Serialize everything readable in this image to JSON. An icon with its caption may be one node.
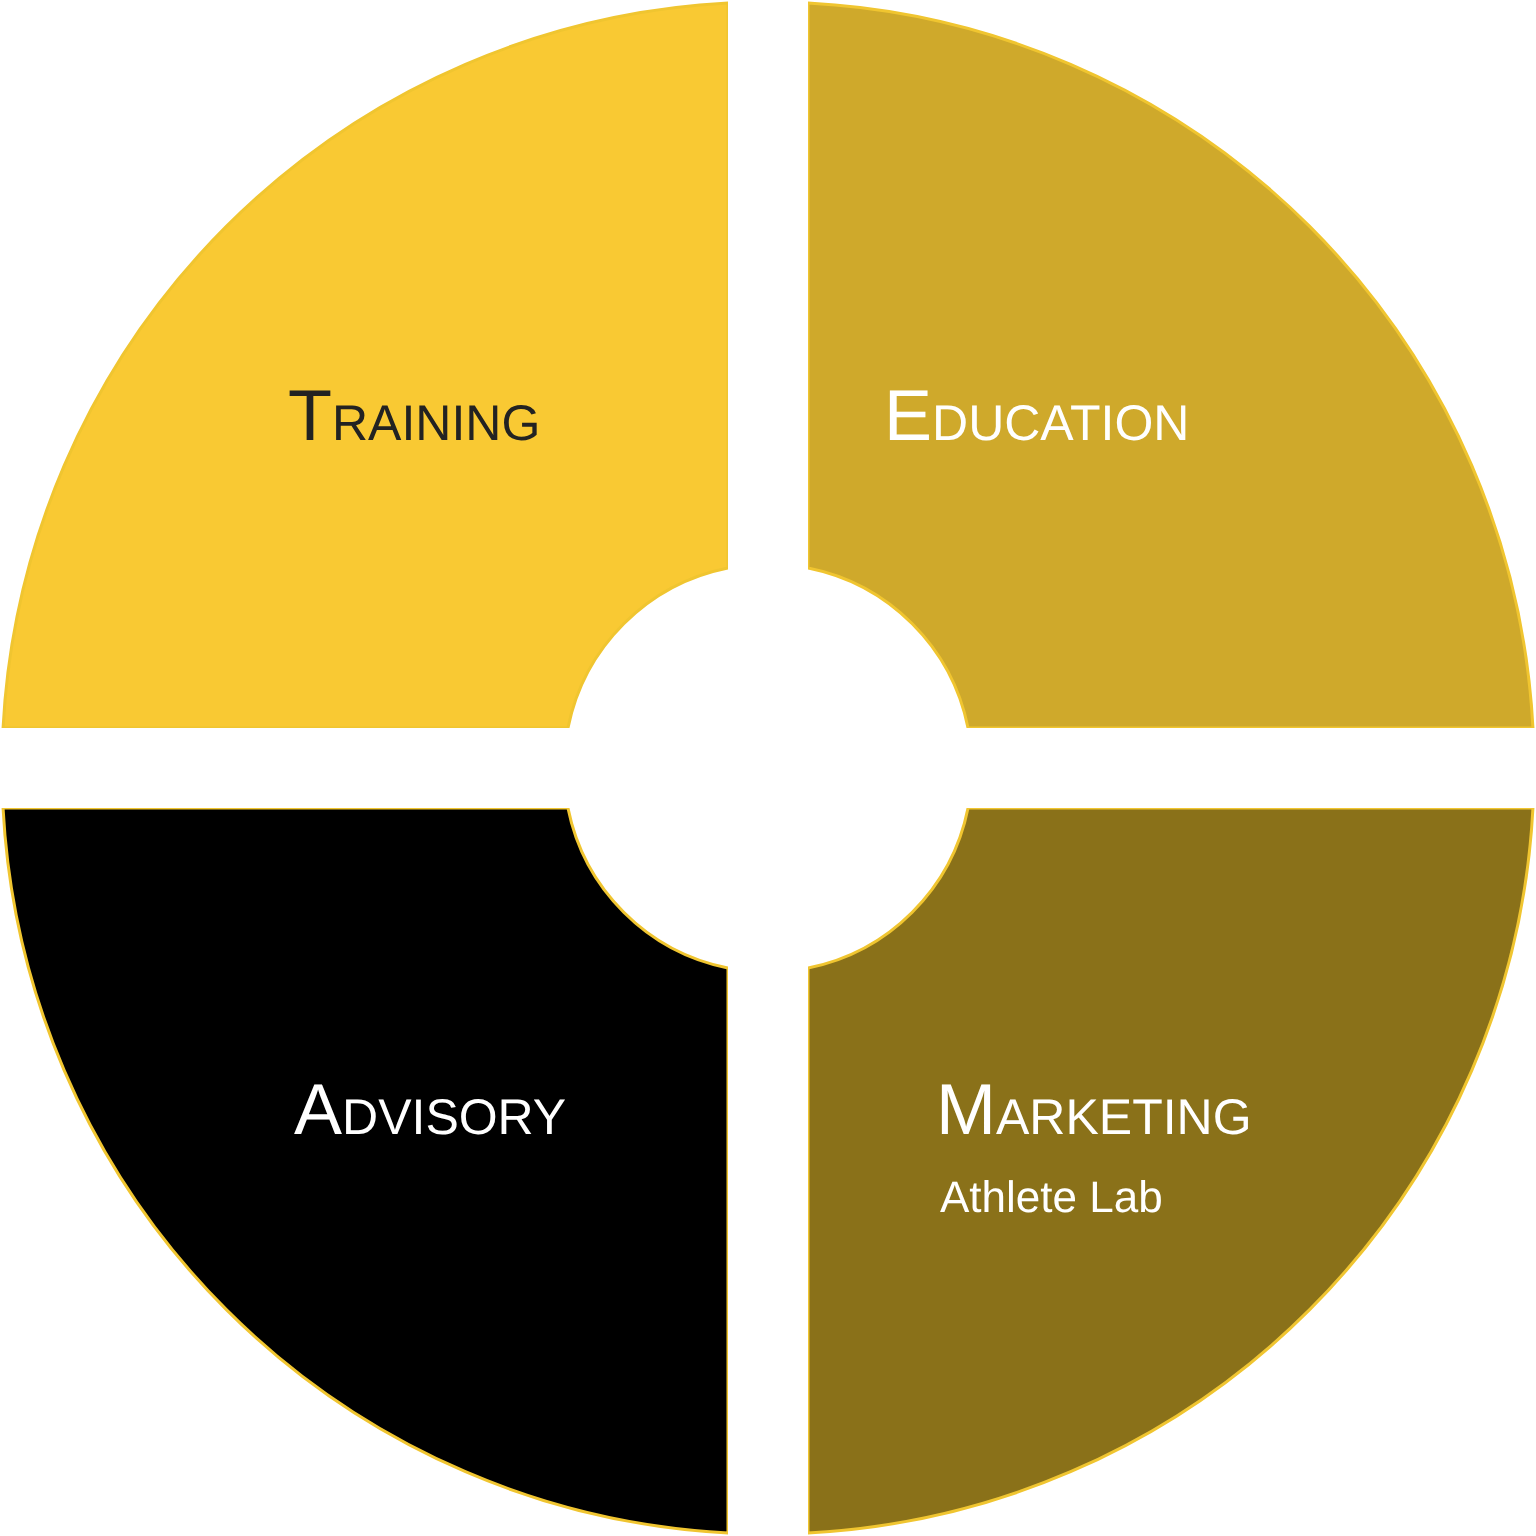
{
  "diagram": {
    "nodes": [
      {
        "text": [
          "TRAINING"
        ]
      },
      {
        "text": [
          "EDUCATION"
        ]
      },
      {
        "text": [
          "ADVISORY"
        ]
      },
      {
        "text": [
          "MARKETING",
          "Athlete Lab"
        ]
      }
    ]
  }
}
